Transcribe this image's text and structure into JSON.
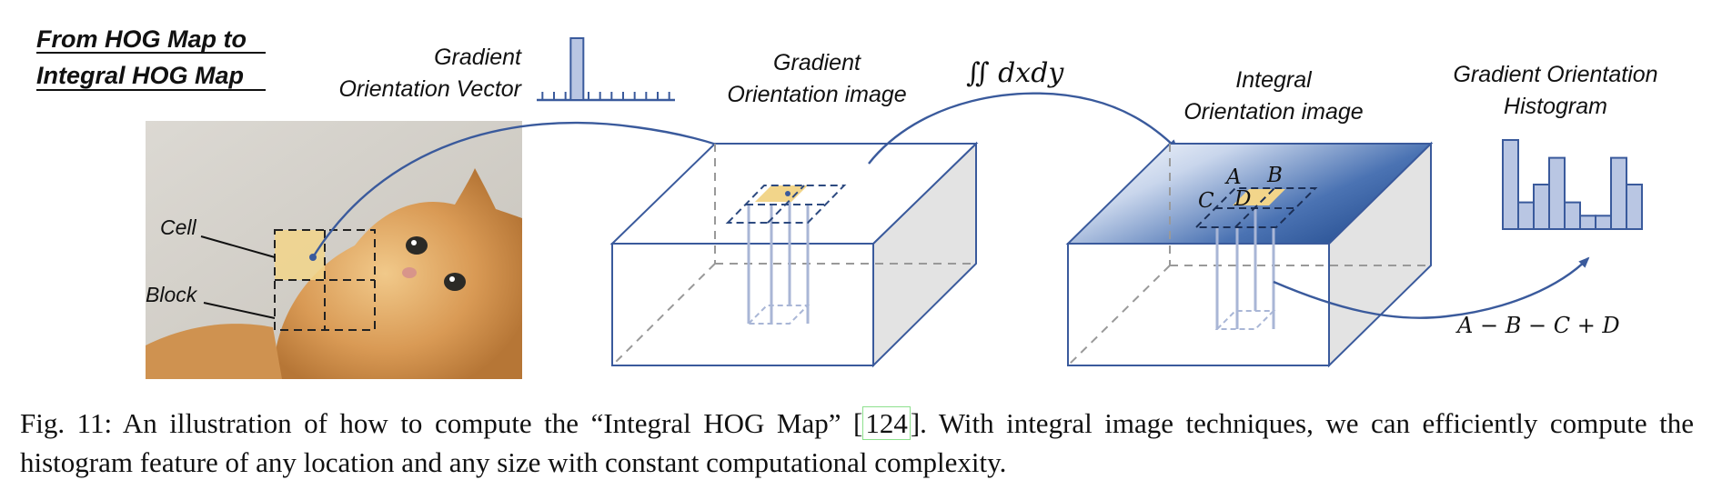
{
  "title": {
    "line1": "From HOG Map to",
    "line2": "Integral HOG Map"
  },
  "labels": {
    "gradient_orientation_vector": [
      "Gradient",
      "Orientation Vector"
    ],
    "gradient_orientation_image": [
      "Gradient",
      "Orientation image"
    ],
    "integral_symbol": "∬ dxdy",
    "integral_orientation_image": [
      "Integral",
      "Orientation image"
    ],
    "gradient_orientation_histogram": [
      "Gradient Orientation",
      "Histogram"
    ],
    "cell": "Cell",
    "block": "Block",
    "corner_a": "A",
    "corner_b": "B",
    "corner_c": "C",
    "corner_d": "D",
    "formula": "A − B − C + D"
  },
  "colors": {
    "accent": "#3a5a9c",
    "bar_fill": "#b9c6e3",
    "cell_fill": "#f2d58a",
    "cat_bg": "#cfcbc4"
  },
  "chart_data": {
    "type": "bar",
    "vector_values": [
      0,
      0,
      0,
      1,
      0,
      0,
      0,
      0,
      0,
      0,
      0,
      0
    ],
    "histogram_values": [
      1.0,
      0.3,
      0.5,
      0.8,
      0.3,
      0.15,
      0.15,
      0.8,
      0.5
    ]
  },
  "caption": {
    "prefix": "Fig. 11: An illustration of how to compute the “Integral HOG Map” [",
    "citation": "124",
    "suffix": "]. With integral image techniques, we can efficiently compute the histogram feature of any location and any size with constant computational complexity."
  }
}
